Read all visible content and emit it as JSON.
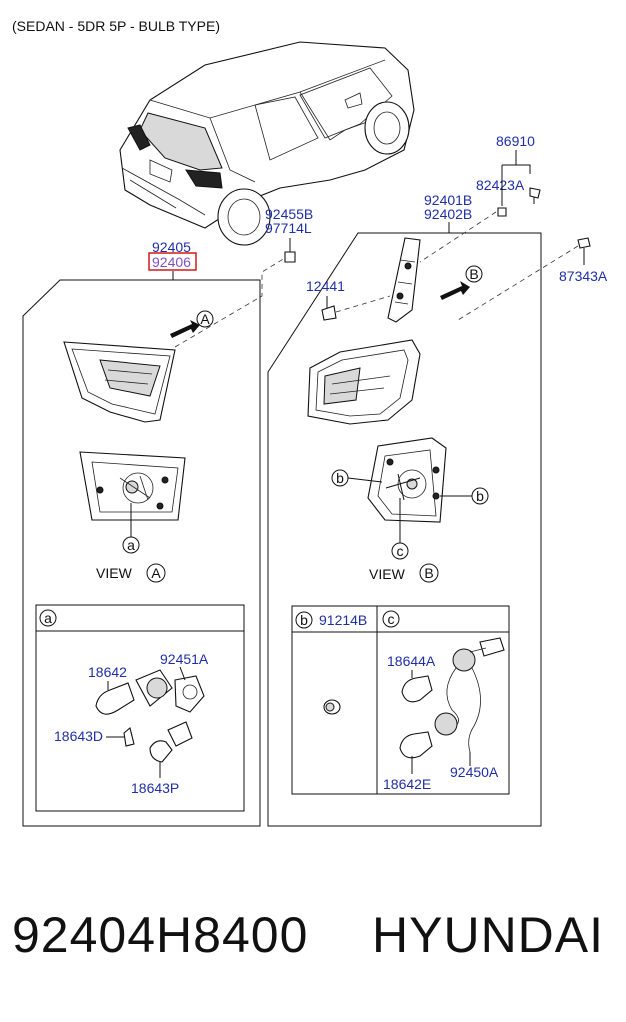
{
  "header": {
    "variant": "(SEDAN - 5DR 5P - BULB TYPE)"
  },
  "parts": {
    "p86910": "86910",
    "p82423A": "82423A",
    "p92401B": "92401B",
    "p92402B": "92402B",
    "p87343A": "87343A",
    "p92455B": "92455B",
    "p97714L": "97714L",
    "p92405": "92405",
    "p92406": "92406",
    "p12441": "12441",
    "p18642": "18642",
    "p92451A": "92451A",
    "p18643D": "18643D",
    "p18643P": "18643P",
    "p91214B": "91214B",
    "p18644A": "18644A",
    "p92450A": "92450A",
    "p18642E": "18642E"
  },
  "callouts": {
    "a": "a",
    "b": "b",
    "c": "c",
    "A": "A",
    "B": "B"
  },
  "views": {
    "view_label": "VIEW"
  },
  "footer": {
    "part_number": "92404H8400",
    "brand": "HYUNDAI"
  },
  "colors": {
    "part_number_text": "#1f2fa8",
    "highlight_box": "#d11a1a",
    "highlight_text": "#7a52c8"
  }
}
